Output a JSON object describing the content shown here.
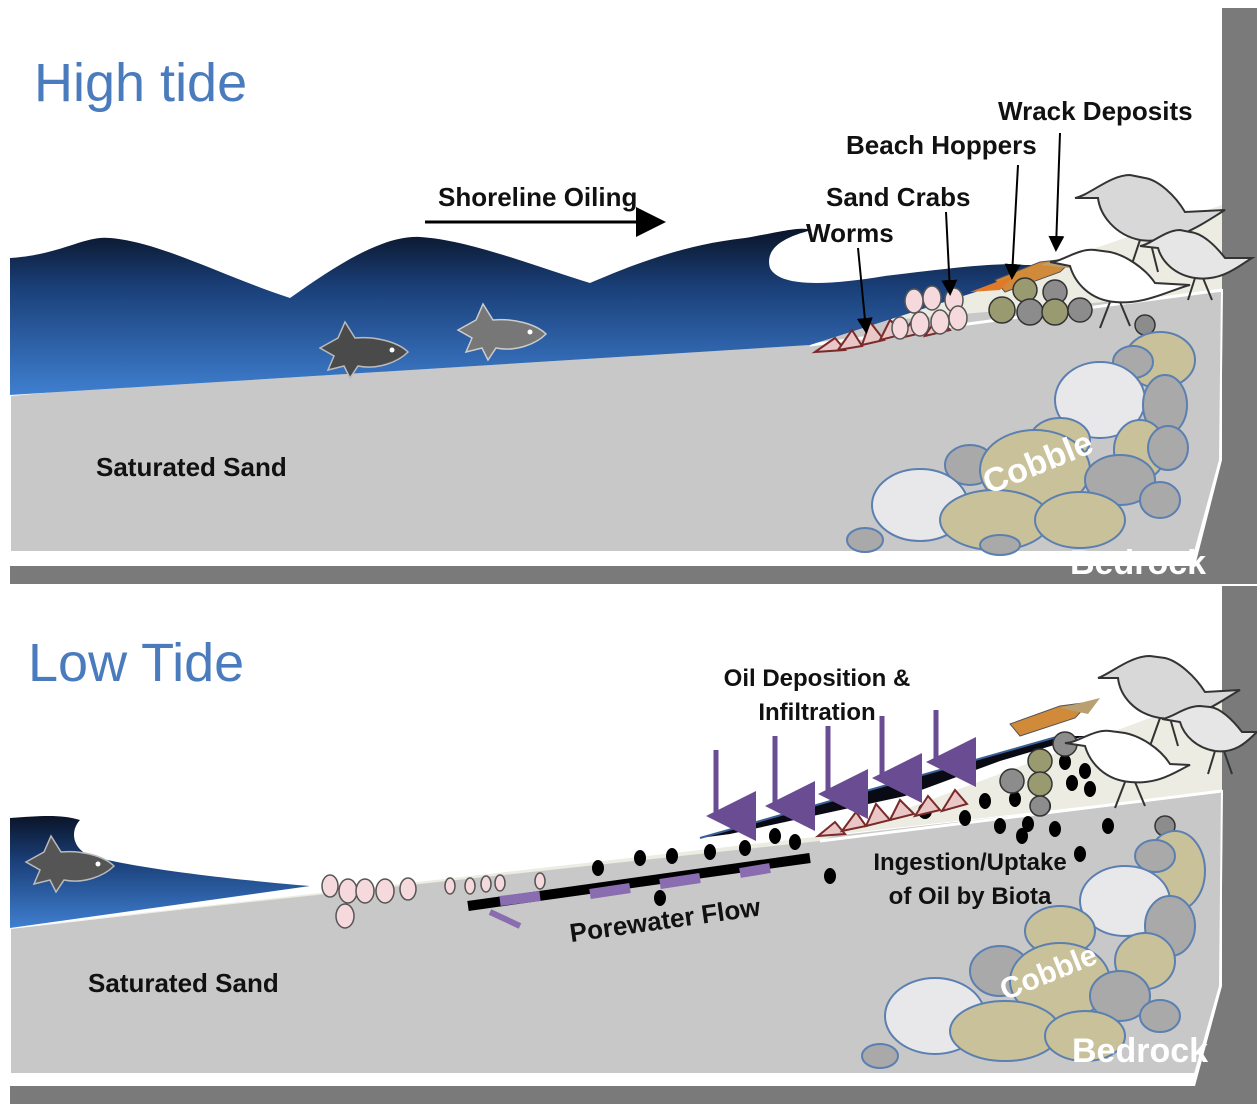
{
  "high_tide": {
    "title": "High tide",
    "labels": {
      "shoreline_oiling": "Shoreline Oiling",
      "wrack_deposits": "Wrack Deposits",
      "beach_hoppers": "Beach Hoppers",
      "sand_crabs": "Sand Crabs",
      "worms": "Worms",
      "saturated_sand": "Saturated Sand",
      "cobble": "Cobble",
      "bedrock": "Bedrock"
    }
  },
  "low_tide": {
    "title": "Low Tide",
    "labels": {
      "oil_deposition": "Oil Deposition &",
      "infiltration": "Infiltration",
      "ingestion_line1": "Ingestion/Uptake",
      "ingestion_line2": "of Oil by Biota",
      "porewater_flow": "Porewater Flow",
      "saturated_sand": "Saturated Sand",
      "cobble": "Cobble",
      "bedrock": "Bedrock"
    }
  },
  "colors": {
    "title_blue": "#4a7bbd",
    "water_dark": "#0d1a33",
    "water_mid": "#1f4f8f",
    "water_light": "#3f7fd0",
    "sand": "#c9c9c9",
    "dry_sand": "#eeeee6",
    "bedrock": "#7a7a7a",
    "oil": "#0a0a14",
    "arrow_purple": "#6a4c93"
  }
}
